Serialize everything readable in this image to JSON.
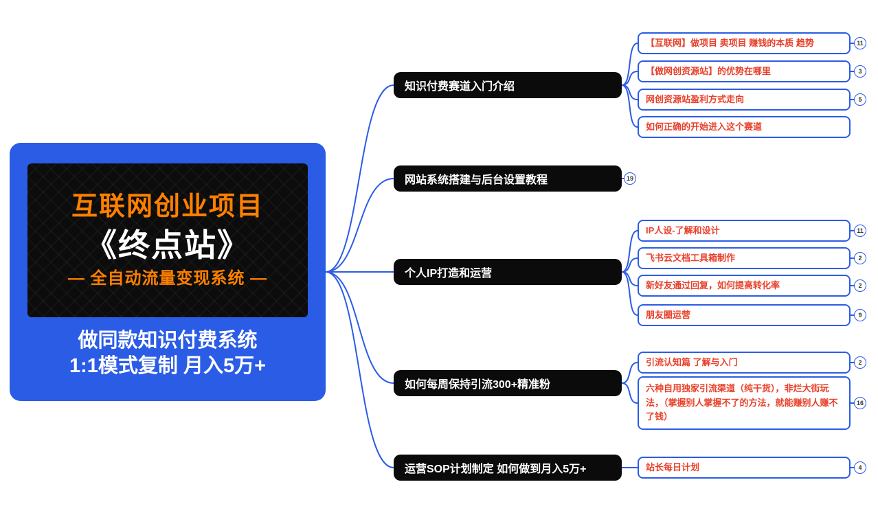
{
  "colors": {
    "accent_blue": "#2b5ce6",
    "banner_orange": "#ff8000",
    "child_text_red": "#e8402a",
    "branch_bg": "#0b0b0b"
  },
  "root": {
    "banner": {
      "line1": "互联网创业项目",
      "line2": "《终点站》",
      "line3": "— 全自动流量变现系统 —"
    },
    "subtitle1": "做同款知识付费系统",
    "subtitle2": "1:1模式复制  月入5万+"
  },
  "branches": [
    {
      "label": "知识付费赛道入门介绍",
      "badge": null,
      "children": [
        {
          "label": "【互联网】做项目 卖项目 赚钱的本质 趋势",
          "badge": "11"
        },
        {
          "label": "【做网创资源站】的优势在哪里",
          "badge": "3"
        },
        {
          "label": "网创资源站盈利方式走向",
          "badge": "5"
        },
        {
          "label": "如何正确的开始进入这个赛道",
          "badge": null
        }
      ]
    },
    {
      "label": "网站系统搭建与后台设置教程",
      "badge": "19",
      "children": []
    },
    {
      "label": "个人IP打造和运营",
      "badge": null,
      "children": [
        {
          "label": "IP人设-了解和设计",
          "badge": "11"
        },
        {
          "label": "飞书云文档工具箱制作",
          "badge": "2"
        },
        {
          "label": "新好友通过回复，如何提高转化率",
          "badge": "2"
        },
        {
          "label": "朋友圈运营",
          "badge": "9"
        }
      ]
    },
    {
      "label": "如何每周保持引流300+精准粉",
      "badge": null,
      "children": [
        {
          "label": "引流认知篇 了解与入门",
          "badge": "2"
        },
        {
          "label": "六种自用独家引流渠道（纯干货），非烂大街玩法，（掌握别人掌握不了的方法，就能赚别人赚不了钱）",
          "badge": "16"
        }
      ]
    },
    {
      "label": "运营SOP计划制定 如何做到月入5万+",
      "badge": null,
      "children": [
        {
          "label": "站长每日计划",
          "badge": "4"
        }
      ]
    }
  ]
}
